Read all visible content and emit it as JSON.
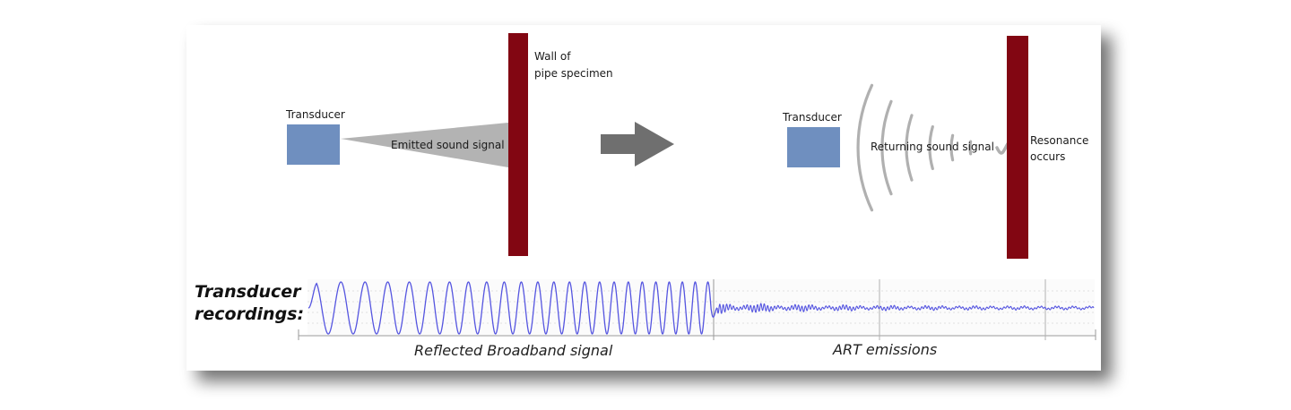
{
  "colors": {
    "wall": "#820612",
    "transducer": "#6f8fbf",
    "beam": "#b3b3b3",
    "arrow": "#6f6f6f",
    "wave": "#5555e0",
    "waves_return": "#b0b0b0"
  },
  "left_panel": {
    "transducer_label": "Transducer",
    "beam_label": "Emitted sound signal",
    "wall_label_line1": "Wall of",
    "wall_label_line2": "pipe specimen"
  },
  "right_panel": {
    "transducer_label": "Transducer",
    "returning_label": "Returning sound signal",
    "resonance_line1": "Resonance",
    "resonance_line2": "occurs"
  },
  "recordings": {
    "title_line1": "Transducer",
    "title_line2": "recordings:",
    "reflected_label": "Reflected Broadband signal",
    "art_label": "ART emissions"
  },
  "icons": {
    "transition_arrow": "right-arrow-icon"
  }
}
